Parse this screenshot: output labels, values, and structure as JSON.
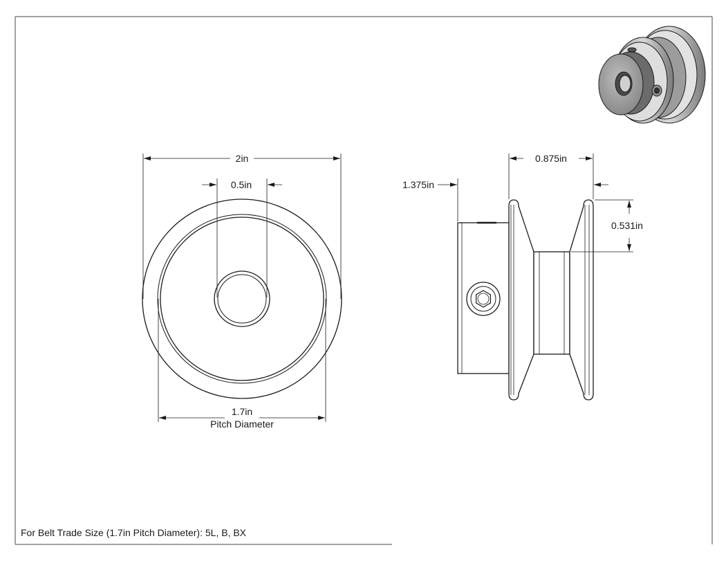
{
  "drawing": {
    "dimensions": {
      "outer_diameter": "2in",
      "bore_diameter": "0.5in",
      "pitch_diameter_value": "1.7in",
      "pitch_diameter_label": "Pitch Diameter",
      "overall_width": "0.875in",
      "hub_diameter": "1.375in",
      "groove_width": "0.531in"
    },
    "note": "For Belt Trade Size (1.7in Pitch Diameter): 5L, B, BX"
  },
  "colors": {
    "line": "#1a1a1a",
    "shade_dark": "#555555",
    "shade_light": "#c8c8c8"
  }
}
